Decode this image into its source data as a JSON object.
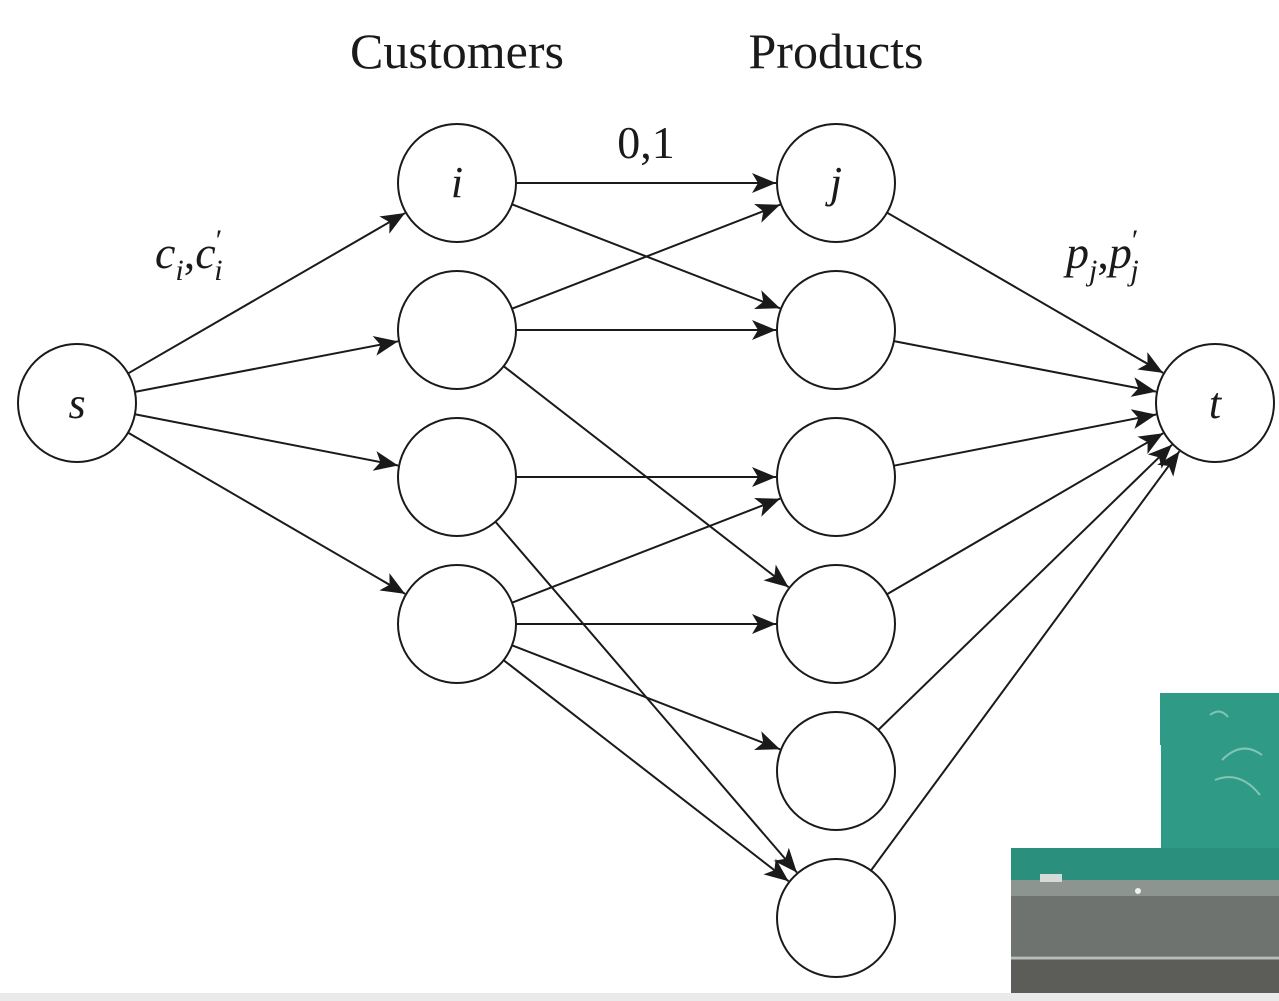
{
  "diagram": {
    "headers": {
      "customers": "Customers",
      "products": "Products"
    },
    "nodes": {
      "source": "s",
      "sink": "t",
      "customer_first": "i",
      "product_first": "j"
    },
    "edge_labels": {
      "source_to_customer": {
        "a": "c",
        "a_sub": "i",
        "sep": ",",
        "b": "c",
        "b_prime": "′",
        "b_sub": "i"
      },
      "customer_to_product": "0,1",
      "product_to_sink": {
        "a": "p",
        "a_sub": "j",
        "sep": ",",
        "b": "p",
        "b_prime": "′",
        "b_sub": "j"
      }
    }
  },
  "colors": {
    "stroke": "#1a1a1a",
    "background": "#ffffff",
    "webcam_board": "#2f9b86",
    "webcam_wall": "#1e7666",
    "webcam_floor": "#5c5c58"
  },
  "webcam_overlay": {
    "icon": "webcam-video-thumbnail"
  }
}
